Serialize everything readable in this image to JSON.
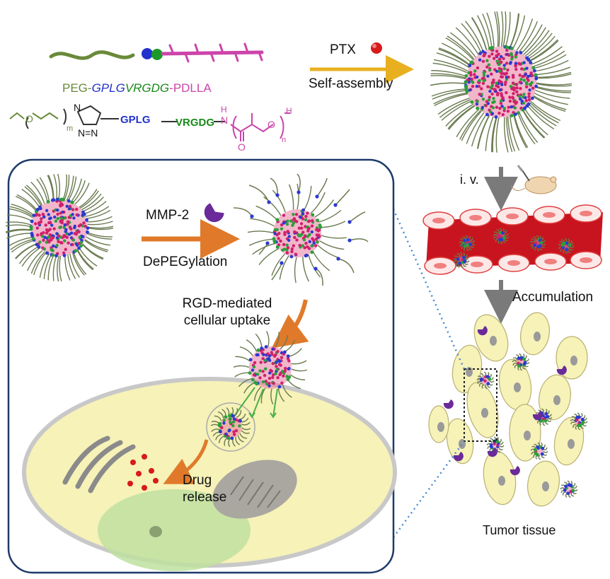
{
  "title_parts": {
    "peg": "PEG-",
    "gplg": "GPLG",
    "vrgdg": "VRGDG",
    "pdlla": "-PDLLA"
  },
  "chem": {
    "o": "O",
    "m": "m",
    "n1": "N",
    "n2": "N=N",
    "gplg": "GPLG",
    "vrgdg": "VRGDG",
    "nh_n": "N",
    "nh_h": "H",
    "o2": "O",
    "h": "H",
    "n": "n",
    "carbonyl_o": "O"
  },
  "labels": {
    "ptx": "PTX",
    "self_assembly": "Self-assembly",
    "iv": "i. v.",
    "accumulation": "Accumulation",
    "tumor_tissue": "Tumor tissue",
    "mmp2": "MMP-2",
    "depegylation": "DePEGylation",
    "rgd_line1": "RGD-mediated",
    "rgd_line2": "cellular uptake",
    "drug_line1": "Drug",
    "drug_line2": "release"
  },
  "colors": {
    "peg": "#6a8a3a",
    "gplg": "#2233cc",
    "vrgdg": "#1a8a1a",
    "pdlla": "#cc44aa",
    "core": "#d0206a",
    "blood": "#c8141e",
    "mmp": "#6a2a9a",
    "arrow_orange": "#e07a2a",
    "arrow_gold": "#e8b020",
    "arrow_gray": "#7a7a7a",
    "cell_fill": "#f6f2b8"
  }
}
